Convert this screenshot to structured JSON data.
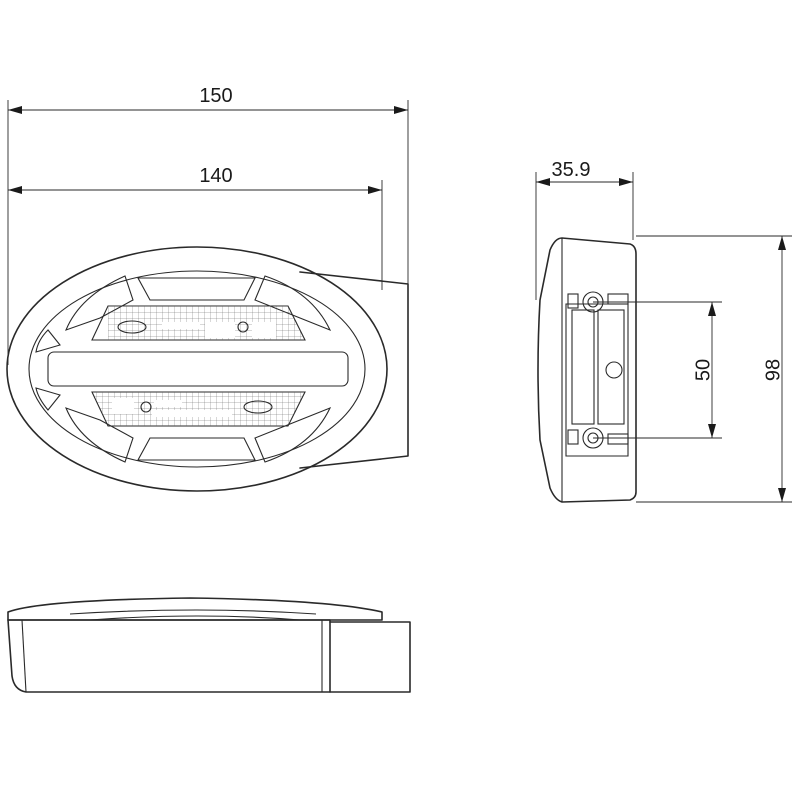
{
  "dimensions": {
    "overall_width": "150",
    "lens_width": "140",
    "depth": "35.9",
    "mount_spacing": "50",
    "height": "98"
  }
}
